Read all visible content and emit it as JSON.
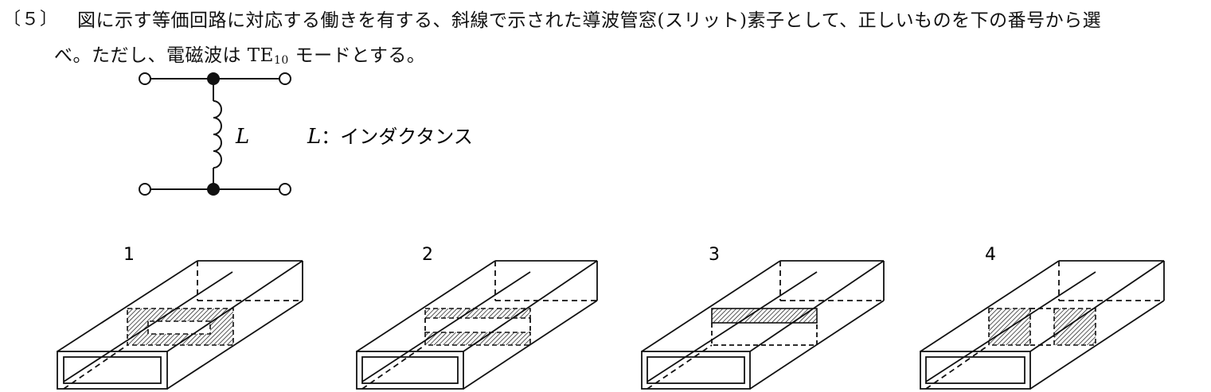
{
  "question": {
    "number": "〔５〕",
    "line1": "図に示す等価回路に対応する働きを有する、斜線で示された導波管窓(スリット)素子として、正しいものを下の番号から選",
    "line2_before": "べ。ただし、電磁波は TE",
    "line2_sub": "10",
    "line2_after": " モードとする。"
  },
  "circuit": {
    "inductor_label": "L",
    "legend_symbol": "L",
    "legend_text": "：インダクタンス"
  },
  "options": [
    {
      "label": "1",
      "window": "center-rect-with-slot"
    },
    {
      "label": "2",
      "window": "top-bottom-strips"
    },
    {
      "label": "3",
      "window": "top-strip"
    },
    {
      "label": "4",
      "window": "left-right-strips"
    }
  ]
}
